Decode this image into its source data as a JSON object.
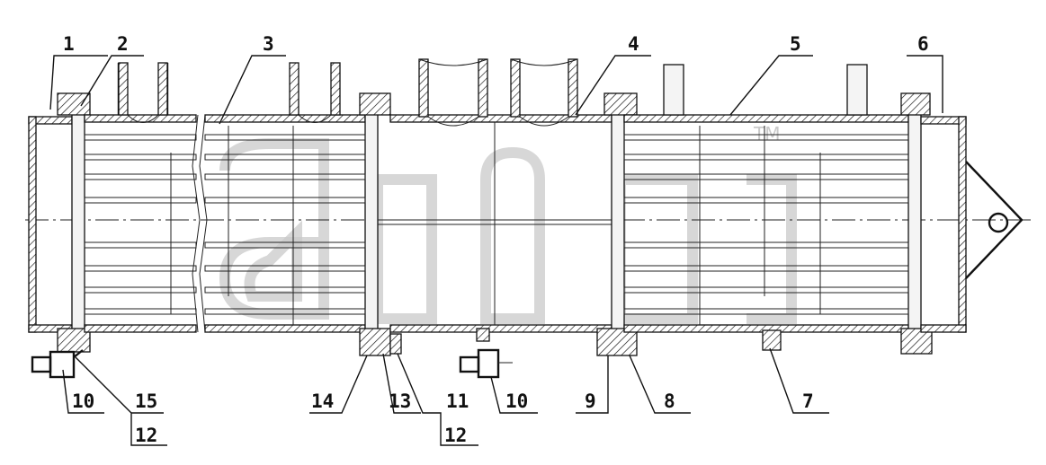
{
  "callouts": [
    {
      "id": "c1",
      "text": "1"
    },
    {
      "id": "c2",
      "text": "2"
    },
    {
      "id": "c3",
      "text": "3"
    },
    {
      "id": "c4",
      "text": "4"
    },
    {
      "id": "c5",
      "text": "5"
    },
    {
      "id": "c6",
      "text": "6"
    },
    {
      "id": "c7",
      "text": "7"
    },
    {
      "id": "c8",
      "text": "8"
    },
    {
      "id": "c9",
      "text": "9"
    },
    {
      "id": "c10a",
      "text": "10"
    },
    {
      "id": "c10b",
      "text": "10"
    },
    {
      "id": "c11",
      "text": "11"
    },
    {
      "id": "c12a",
      "text": "12"
    },
    {
      "id": "c12b",
      "text": "12"
    },
    {
      "id": "c13",
      "text": "13"
    },
    {
      "id": "c14",
      "text": "14"
    },
    {
      "id": "c15",
      "text": "15"
    }
  ],
  "watermark": {
    "trademark": "TM"
  },
  "colors": {
    "line": "#111111",
    "watermark": "#c9c9c9",
    "background": "#ffffff"
  }
}
